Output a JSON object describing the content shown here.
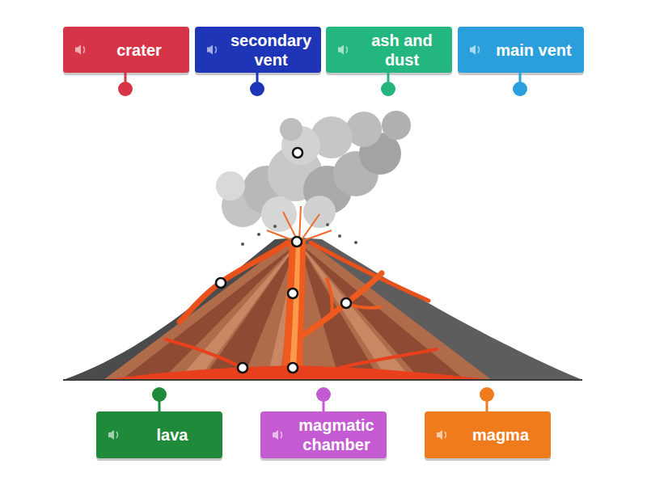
{
  "diagram": {
    "nodes": [
      {
        "text": [
          "crater"
        ]
      },
      {
        "text": [
          "secondary vent"
        ]
      },
      {
        "text": [
          "ash and dust"
        ]
      },
      {
        "text": [
          "main vent"
        ]
      },
      {
        "text": [
          "lava"
        ]
      },
      {
        "text": [
          "magmatic chamber"
        ]
      },
      {
        "text": [
          "magma"
        ]
      }
    ]
  }
}
